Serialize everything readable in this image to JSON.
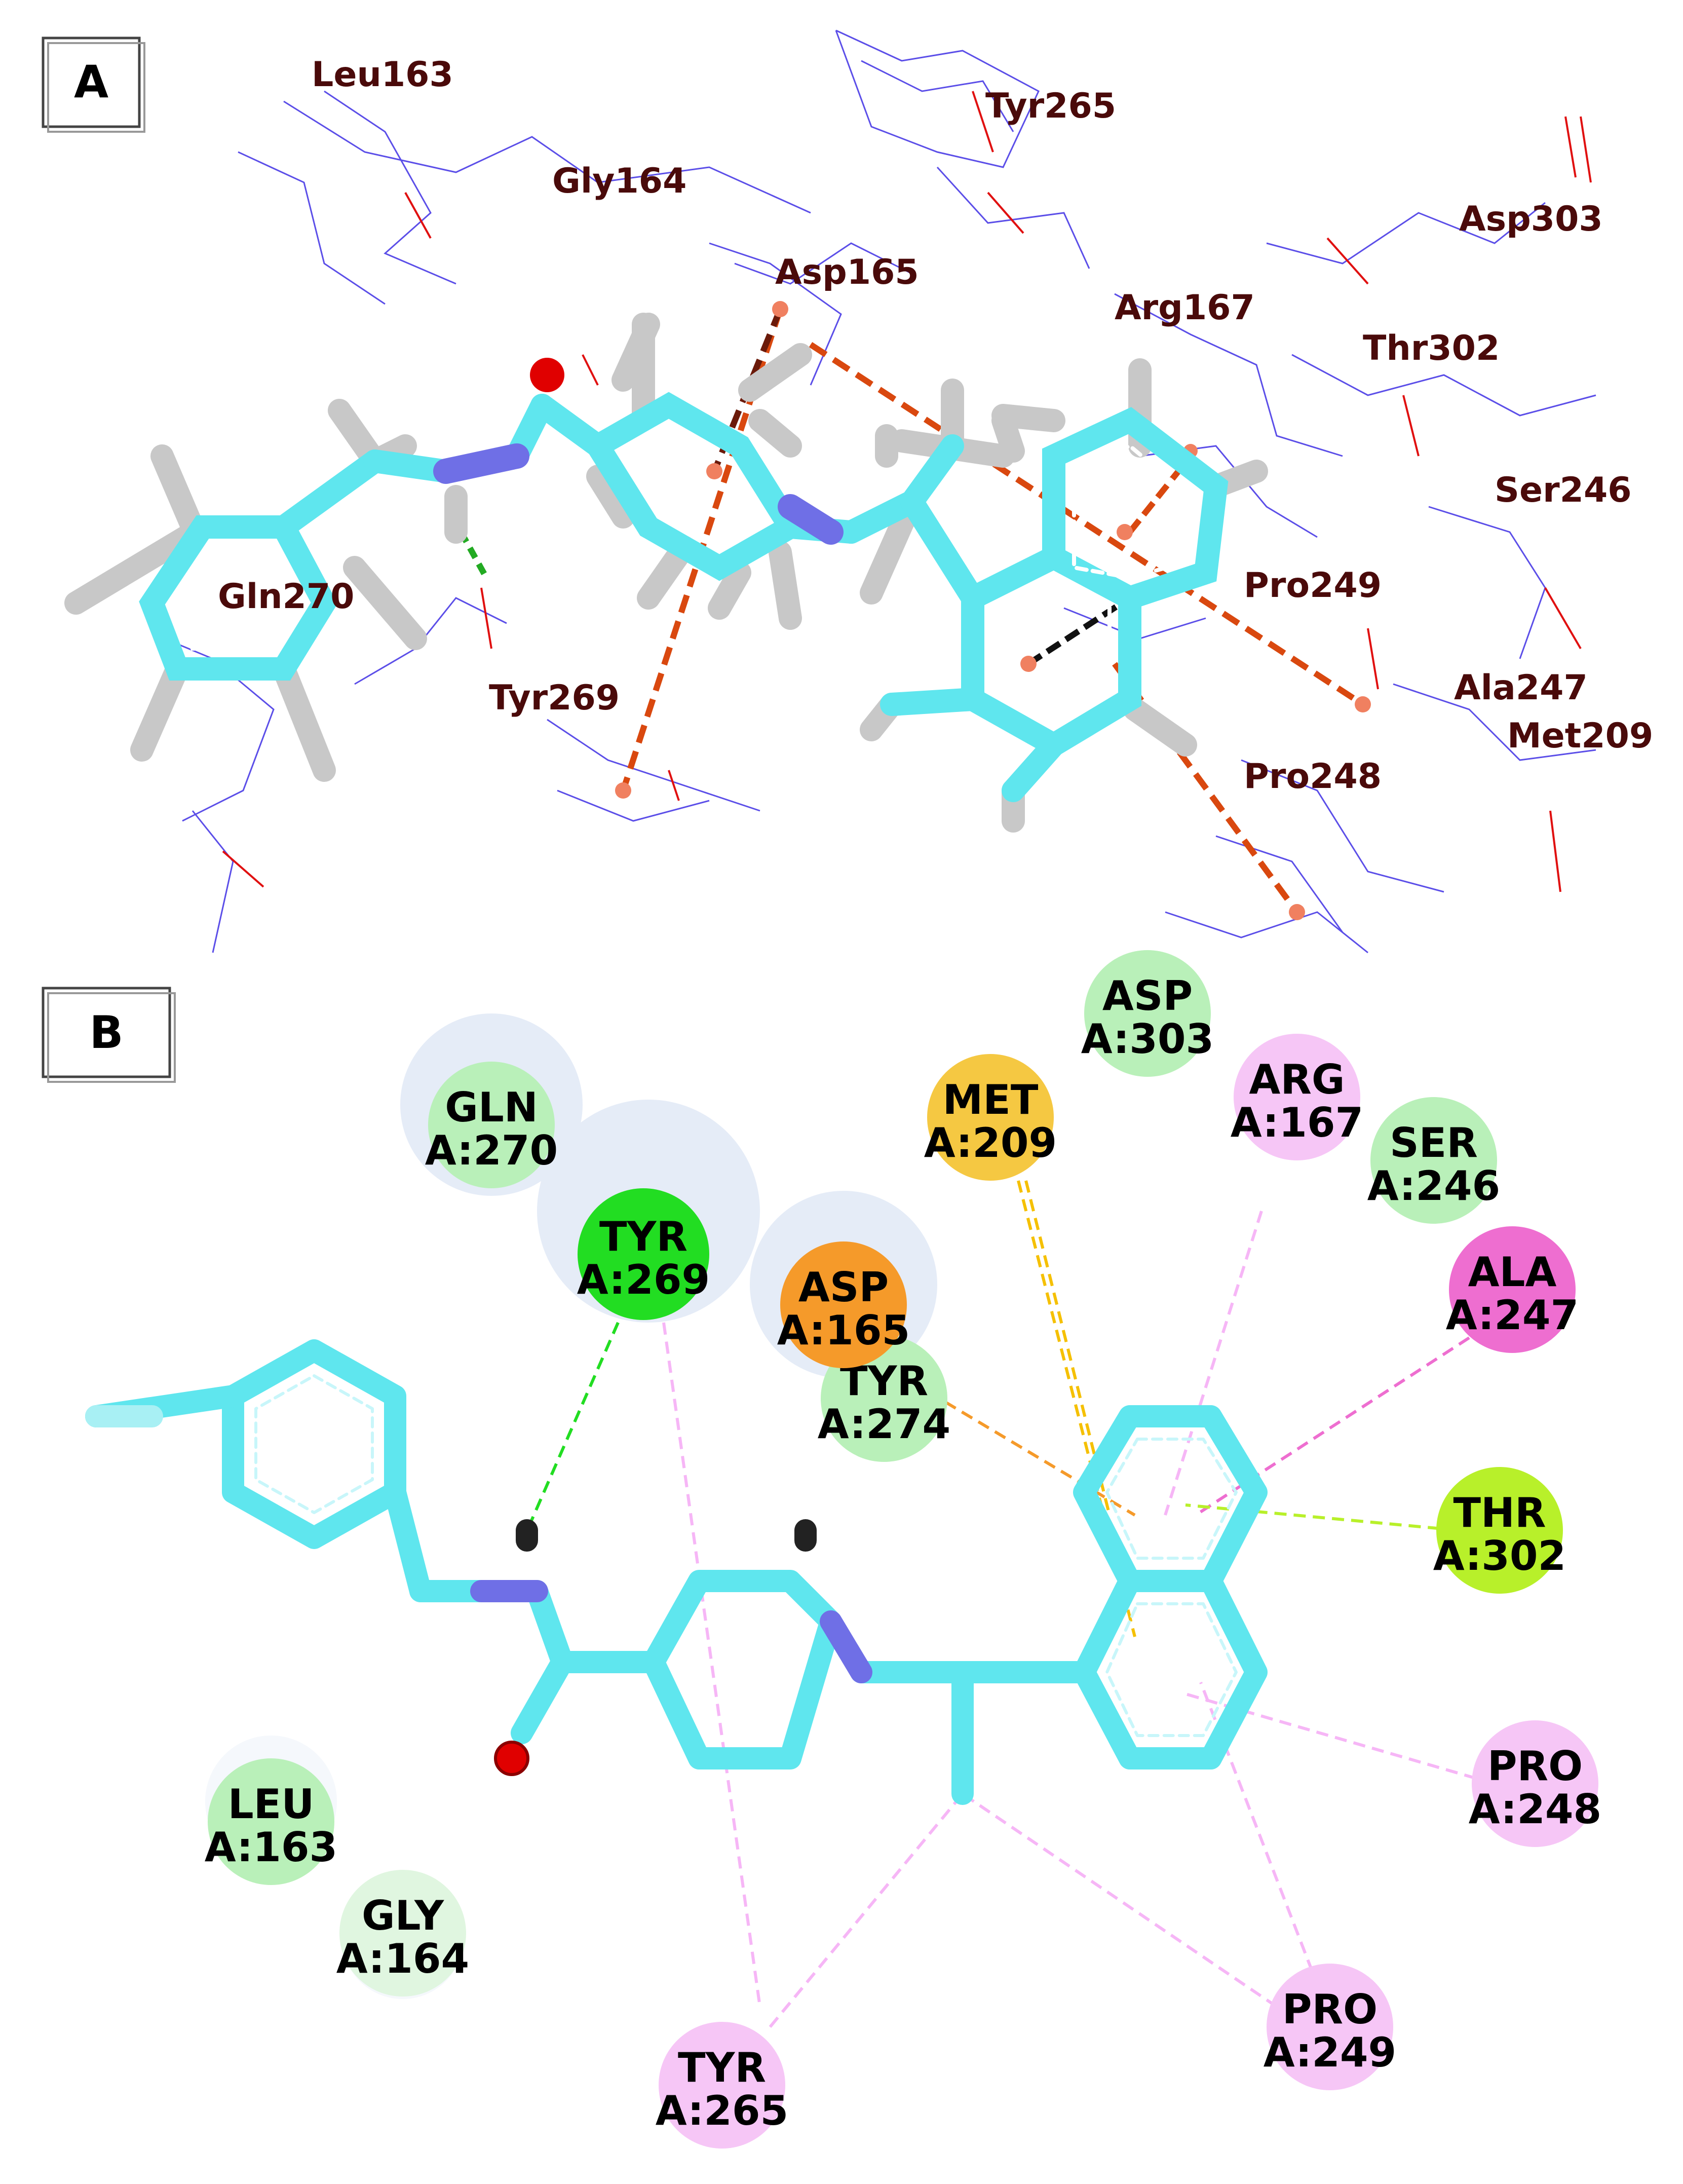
{
  "panels": {
    "a": {
      "label": "A",
      "residues": [
        "Leu163",
        "Tyr265",
        "Gly164",
        "Asp165",
        "Asp303",
        "Arg167",
        "Thr302",
        "Ser246",
        "Gln270",
        "Pro249",
        "Tyr269",
        "Ala247",
        "Met209",
        "Pro248"
      ]
    },
    "b": {
      "label": "B",
      "residues": [
        {
          "name": "ASP",
          "num": "A:303",
          "interaction": "van der Waals"
        },
        {
          "name": "ARG",
          "num": "A:167",
          "interaction": "Pi-Alkyl"
        },
        {
          "name": "MET",
          "num": "A:209",
          "interaction": "Pi-Sulfur"
        },
        {
          "name": "SER",
          "num": "A:246",
          "interaction": "van der Waals"
        },
        {
          "name": "GLN",
          "num": "A:270",
          "interaction": "van der Waals"
        },
        {
          "name": "TYR",
          "num": "A:269",
          "interaction": "Conventional Hydrogen Bond"
        },
        {
          "name": "ALA",
          "num": "A:247",
          "interaction": "Pi-Sigma"
        },
        {
          "name": "ASP",
          "num": "A:165",
          "interaction": "Pi-Anion"
        },
        {
          "name": "TYR",
          "num": "A:274",
          "interaction": "van der Waals"
        },
        {
          "name": "THR",
          "num": "A:302",
          "interaction": "Pi-Lone Pair"
        },
        {
          "name": "LEU",
          "num": "A:163",
          "interaction": "van der Waals"
        },
        {
          "name": "PRO",
          "num": "A:248",
          "interaction": "Pi-Alkyl"
        },
        {
          "name": "GLY",
          "num": "A:164",
          "interaction": "van der Waals"
        },
        {
          "name": "PRO",
          "num": "A:249",
          "interaction": "Pi-Alkyl"
        },
        {
          "name": "TYR",
          "num": "A:265",
          "interaction": "Pi-Alkyl"
        }
      ]
    }
  },
  "colors": {
    "carbon": "#5fe6ee",
    "hydrogen": "#cfcfcf",
    "nitrogen": "#6f6fe6",
    "oxygen": "#e00000",
    "label": "#4a0a0a",
    "van_der_waals": "#bff0bf",
    "hydrogen_bond": "#22dd22",
    "pi_alkyl": "#f6c6f6",
    "pi_sulfur": "#f5c842",
    "pi_anion": "#f59a2a",
    "pi_sigma": "#ee6ed0",
    "pi_lone_pair": "#b8f02a"
  }
}
